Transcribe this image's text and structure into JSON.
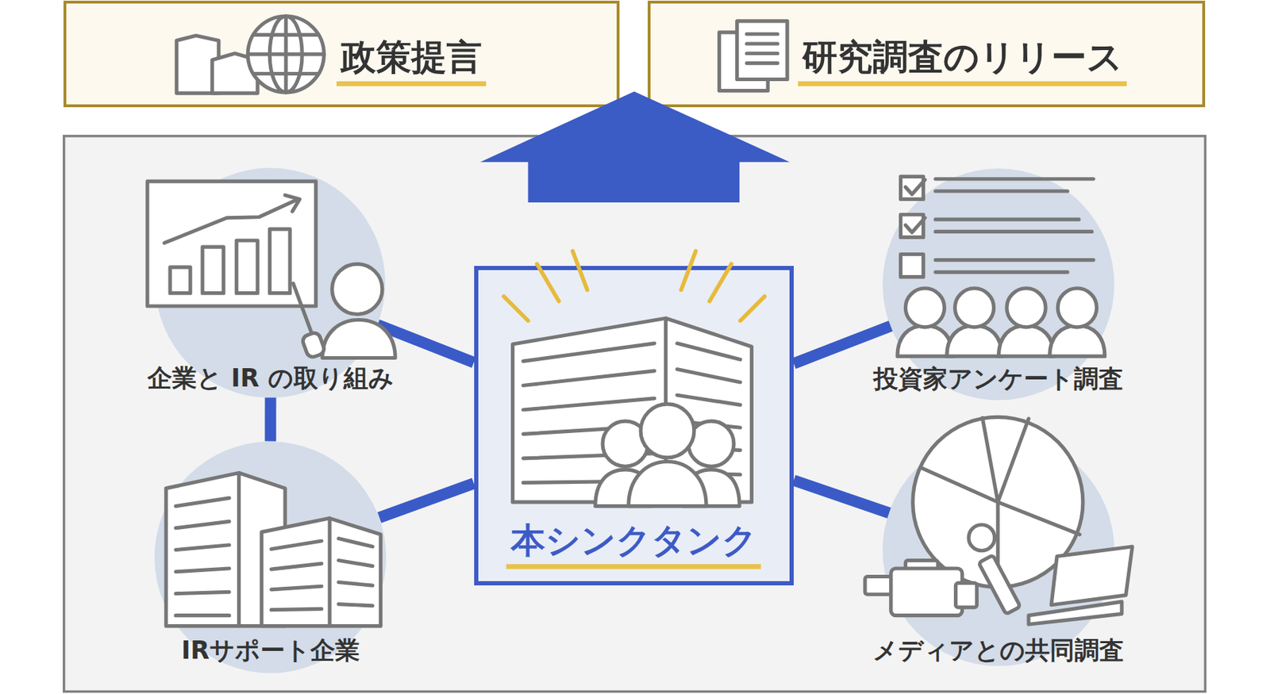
{
  "diagram": {
    "nodes": [
      {
        "text": [
          "政策提言"
        ]
      },
      {
        "text": [
          "研究調査のリリース"
        ]
      },
      {
        "text": [
          "企業と IR の取り組み"
        ]
      },
      {
        "text": [
          "本シンクタンク"
        ]
      },
      {
        "text": [
          "投資家アンケート調査"
        ]
      },
      {
        "text": [
          "IRサポート企業"
        ]
      },
      {
        "text": [
          "メディアとの共同調査"
        ]
      }
    ],
    "edges": [
      {
        "from": 2,
        "to": 3,
        "arrow": "none"
      },
      {
        "from": 2,
        "to": 5,
        "arrow": "none"
      },
      {
        "from": 5,
        "to": 3,
        "arrow": "none"
      },
      {
        "from": 3,
        "to": 4,
        "arrow": "none"
      },
      {
        "from": 3,
        "to": 6,
        "arrow": "none"
      }
    ]
  }
}
